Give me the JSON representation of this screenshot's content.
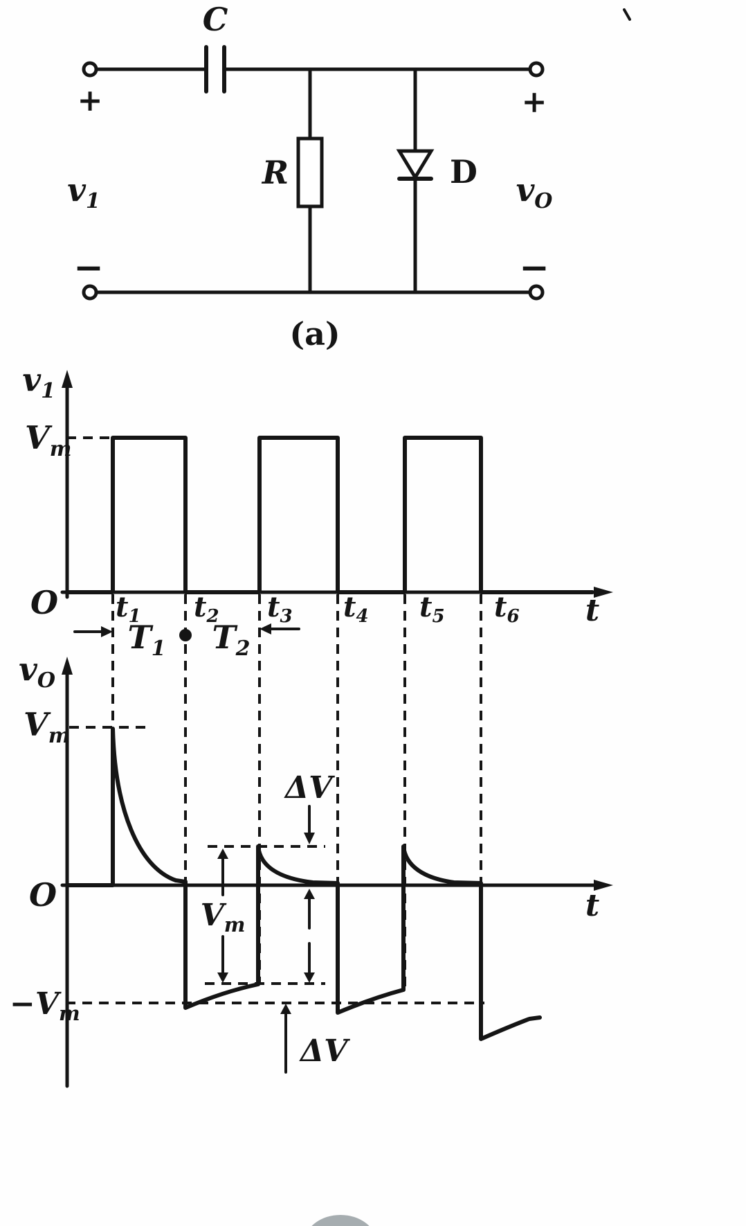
{
  "figure": {
    "caption": "(a)"
  },
  "circuit": {
    "capacitor": "C",
    "resistor": "R",
    "diode": "D",
    "input": {
      "base": "v",
      "sub": "1"
    },
    "output": {
      "base": "v",
      "sub": "O"
    },
    "plus": "+",
    "minus": "−"
  },
  "plot_v1": {
    "y_axis": {
      "base": "v",
      "sub": "1"
    },
    "vm": {
      "base": "V",
      "sub": "m"
    },
    "origin": "O",
    "t_label": "t",
    "ticks": [
      {
        "base": "t",
        "sub": "1"
      },
      {
        "base": "t",
        "sub": "2"
      },
      {
        "base": "t",
        "sub": "3"
      },
      {
        "base": "t",
        "sub": "4"
      },
      {
        "base": "t",
        "sub": "5"
      },
      {
        "base": "t",
        "sub": "6"
      }
    ],
    "t1_label": {
      "base": "T",
      "sub": "1"
    },
    "t2_label": {
      "base": "T",
      "sub": "2"
    }
  },
  "plot_vo": {
    "y_axis": {
      "base": "v",
      "sub": "O"
    },
    "vm": {
      "base": "V",
      "sub": "m"
    },
    "vm_span": {
      "base": "V",
      "sub": "m"
    },
    "neg_vm": {
      "sign": "−",
      "base": "V",
      "sub": "m"
    },
    "delta_v_top": "ΔV",
    "delta_v_bottom": "ΔV",
    "origin": "O",
    "t_label": "t"
  },
  "chart_data": [
    {
      "type": "line",
      "title": "v1 input square wave",
      "xlabel": "t",
      "ylabel": "v1",
      "ylim": [
        0,
        "Vm"
      ],
      "x_tick_labels": [
        "t1",
        "t2",
        "t3",
        "t4",
        "t5",
        "t6"
      ],
      "x": [
        0,
        1,
        1,
        2,
        2,
        3,
        3,
        4,
        4,
        5,
        5,
        6,
        6,
        7
      ],
      "y": [
        0,
        0,
        1,
        1,
        0,
        0,
        1,
        1,
        0,
        0,
        1,
        1,
        0,
        0
      ],
      "amplitude": "Vm",
      "annotations": [
        "Vm dashed level",
        "T1 = t1 to t2",
        "T2 = t2 to t3"
      ]
    },
    {
      "type": "line",
      "title": "vO output waveform (RC high-pass with diode clamp)",
      "xlabel": "t",
      "ylabel": "vO",
      "ylim": [
        "-Vm",
        "Vm"
      ],
      "description": "Positive spike reaching Vm at t1 decaying exponentially toward 0; negative step of magnitude Vm at t2, t4, t6 settling near -Vm then recovering; small residual peaks of height ΔV above 0 at t3 and t5; ΔV offset below -Vm marked at bottom",
      "key_levels": {
        "peak_t1": "Vm",
        "small_peaks_t3_t5": "ΔV",
        "negative_level": "−Vm",
        "mid_span": "Vm"
      }
    }
  ]
}
